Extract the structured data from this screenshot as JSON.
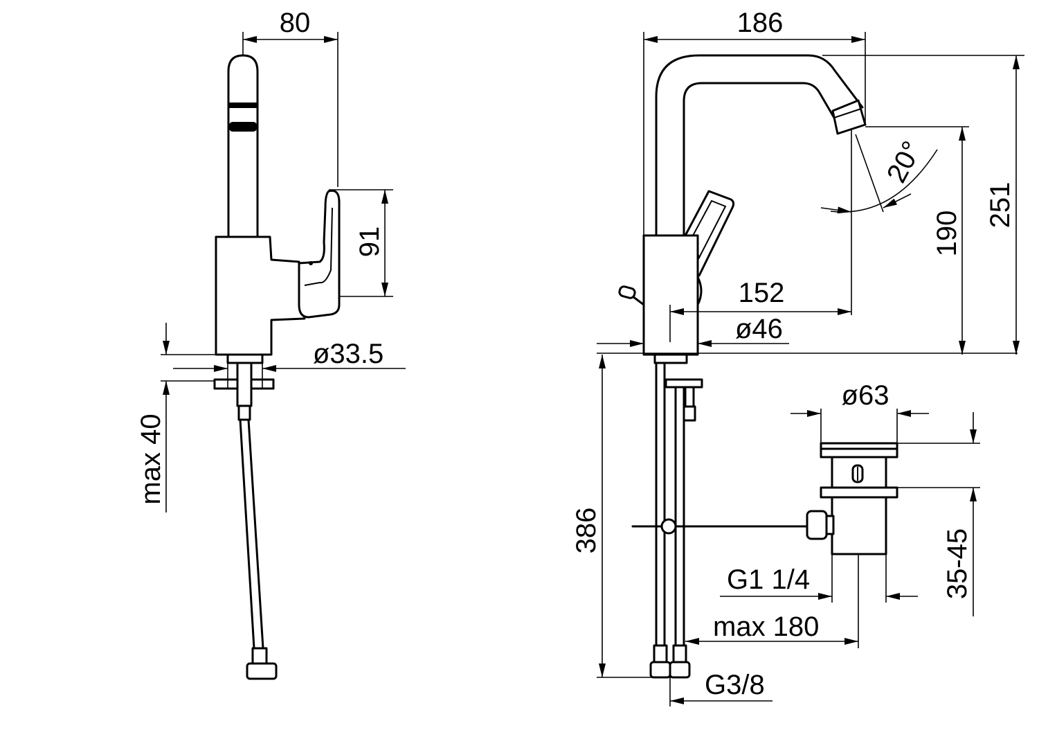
{
  "dimensions": {
    "spout_reach_side": "80",
    "lever_height": "91",
    "base_diameter_side": "ø33.5",
    "max_deck_thickness": "max 40",
    "total_reach": "186",
    "swivel_angle": "20°",
    "spout_outlet_height": "190",
    "total_height": "251",
    "spout_projection": "152",
    "body_diameter": "ø46",
    "supply_length": "386",
    "waste_diameter": "ø63",
    "waste_thread": "G1 1/4",
    "waste_adjust_range": "35-45",
    "max_pull_rod": "max 180",
    "supply_thread": "G3/8"
  }
}
